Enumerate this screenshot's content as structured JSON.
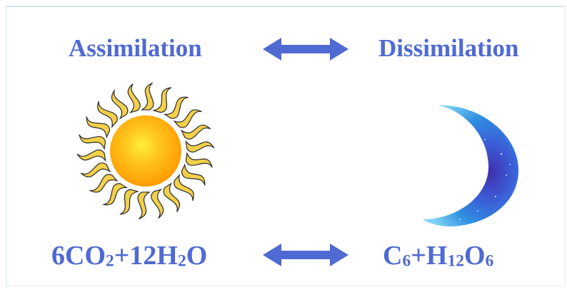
{
  "top_row": {
    "left": "Assimilation",
    "right": "Dissimilation"
  },
  "bottom_row": {
    "left": [
      {
        "t": "6CO",
        "sub": false
      },
      {
        "t": "2",
        "sub": true
      },
      {
        "t": "+12H",
        "sub": false
      },
      {
        "t": "2",
        "sub": true
      },
      {
        "t": "O",
        "sub": false
      }
    ],
    "right": [
      {
        "t": "C",
        "sub": false
      },
      {
        "t": "6",
        "sub": true
      },
      {
        "t": "+H",
        "sub": false
      },
      {
        "t": "12",
        "sub": true
      },
      {
        "t": "O",
        "sub": false
      },
      {
        "t": "6",
        "sub": true
      }
    ]
  },
  "icons": {
    "sun": "sun-icon",
    "moon": "crescent-moon-icon",
    "arrow": "double-headed-arrow-icon"
  },
  "colors": {
    "text": "#4f6ad2",
    "arrow": "#4f6ad2",
    "sun_core": "#ffa000",
    "sun_rays": "#f2d04a",
    "moon_blue": "#2f86d6"
  }
}
